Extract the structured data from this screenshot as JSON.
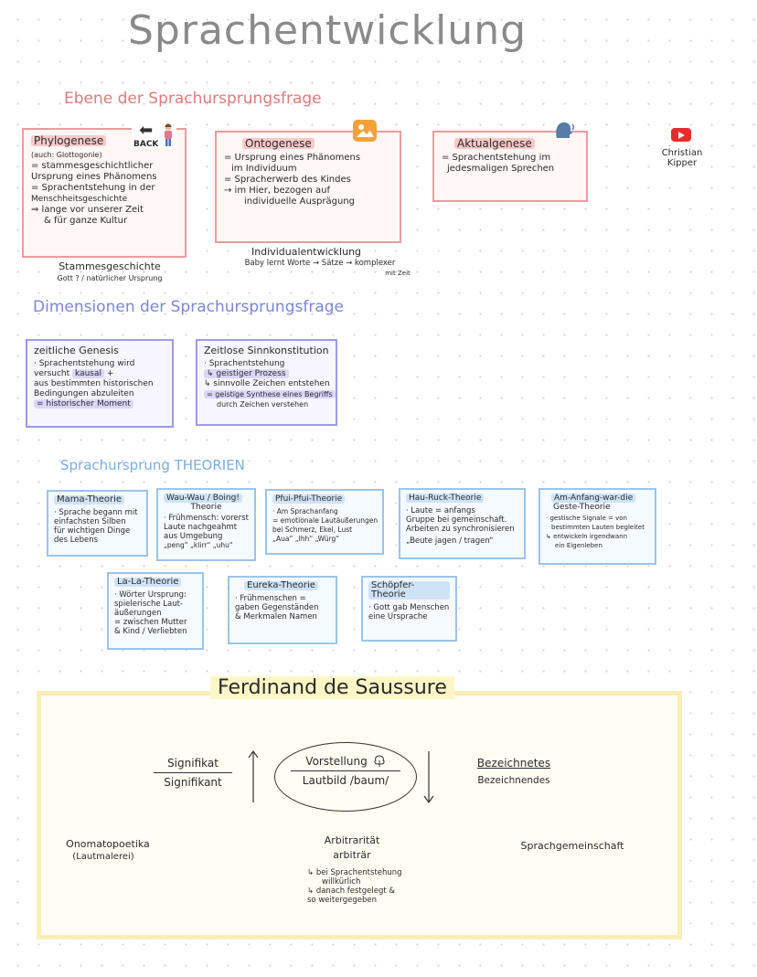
{
  "title": "Sprachentwicklung",
  "ebene": {
    "heading": "Ebene der Sprachursprungsfrage",
    "back_label": "BACK",
    "phylogenese": {
      "title": "Phylogenese",
      "lines": [
        "(auch: Glottogonie)",
        "= stammesgeschichtlicher",
        "Ursprung eines Phänomens",
        "= Sprachentstehung in der",
        "Menschheitsgeschichte",
        "⇒ lange vor unserer Zeit",
        "& für ganze Kultur"
      ],
      "note1": "Stammesgeschichte",
      "note2": "Gott ? / natürlicher Ursprung"
    },
    "ontogenese": {
      "title": "Ontogenese",
      "lines": [
        "= Ursprung eines Phänomens",
        "im Individuum",
        "= Spracherwerb des Kindes",
        "→ im Hier, bezogen auf",
        "individuelle Ausprägung"
      ],
      "note1": "Individualentwicklung",
      "note2": "Baby lernt Worte → Sätze → komplexer",
      "note3": "mit Zeit"
    },
    "aktualgenese": {
      "title": "Aktualgenese",
      "lines": [
        "= Sprachentstehung im",
        "jedesmaligen Sprechen"
      ]
    },
    "youtube_credit": [
      "Christian",
      "Kipper"
    ]
  },
  "dimensionen": {
    "heading": "Dimensionen der Sprachursprungsfrage",
    "zeitliche": {
      "title": "zeitliche Genesis",
      "l1": "· Sprachentstehung wird",
      "l2a": "versucht",
      "l2b": "kausal",
      "l2c": "+",
      "l3": "aus bestimmten historischen",
      "l4": "Bedingungen abzuleiten",
      "l5": "= historischer Moment"
    },
    "zeitlose": {
      "title": "Zeitlose Sinnkonstitution",
      "l1": "· Sprachentstehung",
      "l2": "↳ geistiger Prozess",
      "l3": "↳ sinnvolle Zeichen entstehen",
      "l4": "= geistige Synthese eines Begriffs",
      "l5": "durch Zeichen verstehen"
    }
  },
  "theorien": {
    "heading": "Sprachursprung THEORIEN",
    "mama": {
      "title": "Mama-Theorie",
      "lines": [
        "· Sprache begann mit",
        "einfachsten Silben",
        "für wichtigen Dinge",
        "des Lebens"
      ]
    },
    "wau": {
      "title": "Wau-Wau / Boing!",
      "title2": "Theorie",
      "lines": [
        "· Frühmensch: vorerst",
        "Laute nachgeahmt",
        "aus Umgebung",
        "„peng“ „klirr“ „uhu“"
      ]
    },
    "pfui": {
      "title": "Pfui-Pfui-Theorie",
      "lines": [
        "· Am Sprachanfang",
        "= emotionale Lautäußerungen",
        "bei Schmerz, Ekel, Lust",
        "„Aua“ „Ihh“ „Würg“"
      ]
    },
    "hau": {
      "title": "Hau-Ruck-Theorie",
      "lines": [
        "· Laute = anfangs",
        "Gruppe bei gemeinschaft.",
        "Arbeiten zu synchronisieren",
        "„Beute jagen / tragen“"
      ]
    },
    "geste": {
      "title": "Am-Anfang-war-die",
      "title2": "Geste-Theorie",
      "lines": [
        "· gestische Signale = von",
        "bestimmten Lauten begleitet",
        "↳ entwickeln irgendwann",
        "ein Eigenleben"
      ]
    },
    "lala": {
      "title": "La-La-Theorie",
      "lines": [
        "· Wörter Ursprung:",
        "spielerische Laut-",
        "äußerungen",
        "= zwischen Mutter",
        "& Kind / Verliebten"
      ]
    },
    "eureka": {
      "title": "Eureka-Theorie",
      "lines": [
        "· Frühmenschen =",
        "gaben Gegenständen",
        "& Merkmalen Namen"
      ]
    },
    "schoepfer": {
      "title": "Schöpfer-Theorie",
      "lines": [
        "· Gott gab Menschen",
        "eine Ursprache"
      ]
    }
  },
  "saussure": {
    "title": "Ferdinand de Saussure",
    "signifikat": "Signifikat",
    "signifikant": "Signifikant",
    "vorstellung": "Vorstellung",
    "lautbild": "Lautbild /baum/",
    "bezeichnetes": "Bezeichnetes",
    "bezeichnendes": "Bezeichnendes",
    "onomatopoetika": "Onomatopoetika",
    "lautmalerei": "(Lautmalerei)",
    "arbitraritaet": "Arbitrarität",
    "arbitraer": "arbiträr",
    "a1": "↳ bei Sprachentstehung",
    "a2": "willkürlich",
    "a3": "↳ danach festgelegt &",
    "a4": "so weitergegeben",
    "sprachgemeinschaft": "Sprachgemeinschaft"
  },
  "colors": {
    "red": "#ec9b9b",
    "purple": "#9c9ae6",
    "blue": "#9cc4ea",
    "yellow": "#fbeeb6"
  }
}
